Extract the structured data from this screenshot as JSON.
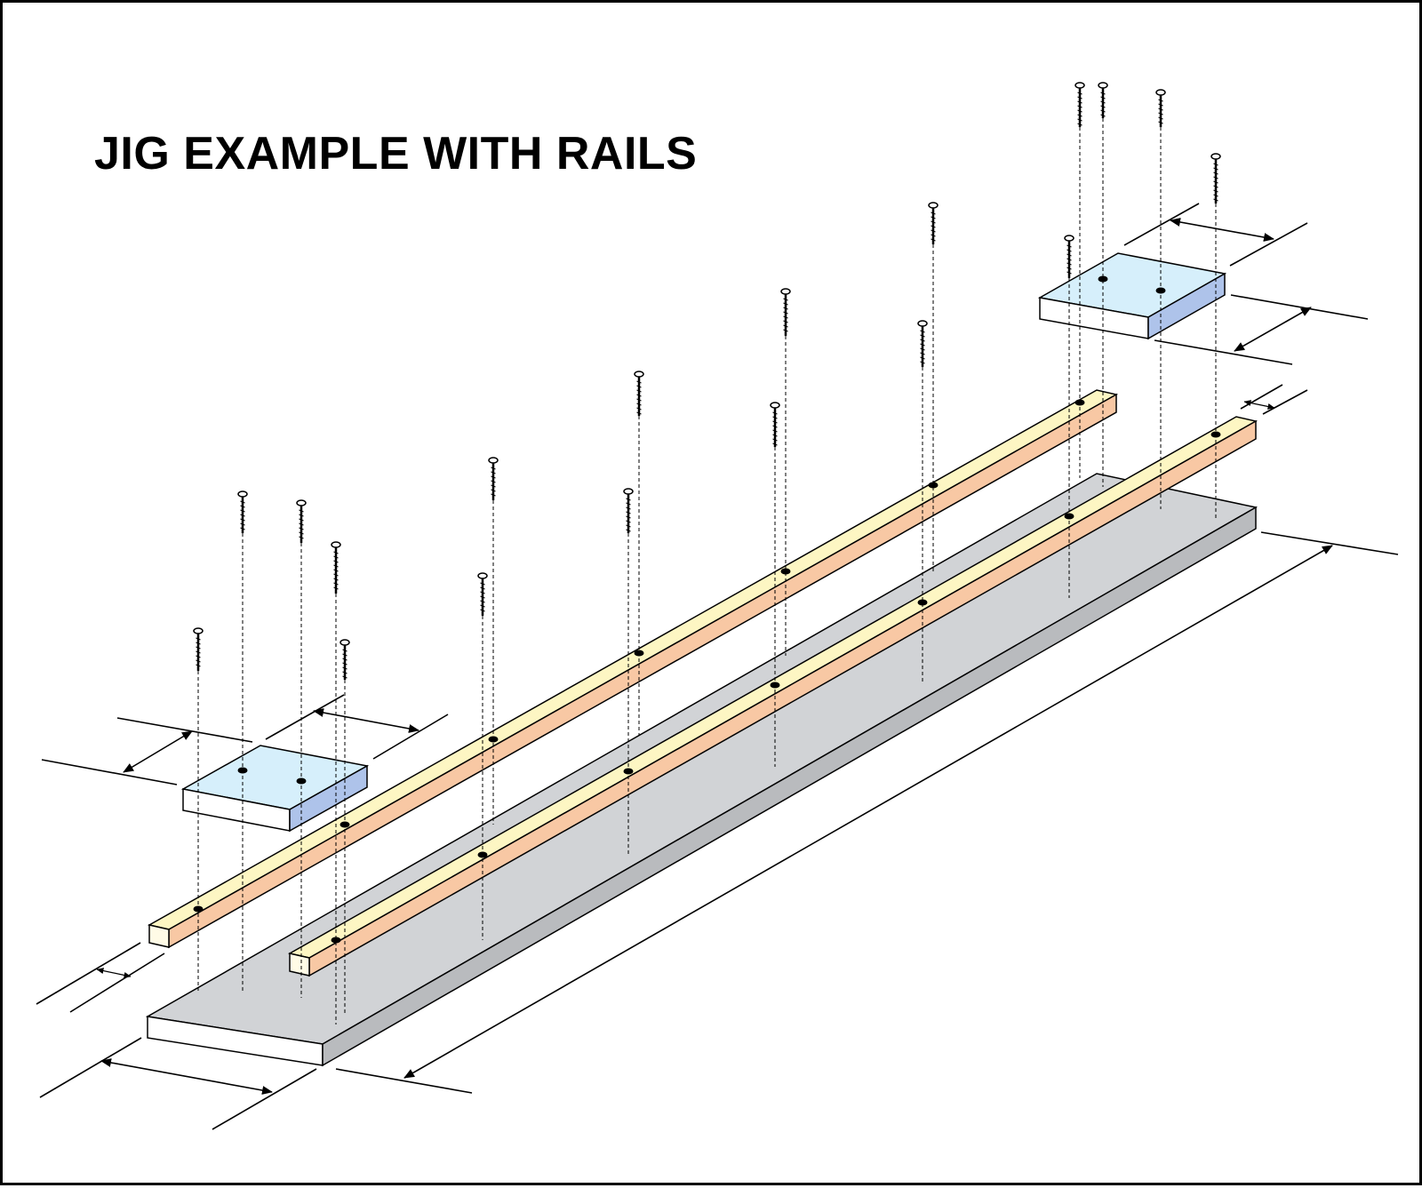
{
  "title": "JIG EXAMPLE WITH RAILS",
  "colors": {
    "base_top": "#d1d3d6",
    "base_side": "#b9bbbe",
    "base_front": "#ffffff",
    "rail_top": "#fdf6c3",
    "rail_side": "#f8c8a4",
    "rail_end": "#fffbe6",
    "block_top": "#d6effb",
    "block_side": "#aec3ea",
    "block_front": "#ffffff",
    "outline": "#000000"
  },
  "parts": {
    "base": "base-board",
    "rails": [
      "rail-back",
      "rail-front"
    ],
    "blocks": [
      "block-left",
      "block-right"
    ],
    "screw_icon": "screw-icon"
  }
}
